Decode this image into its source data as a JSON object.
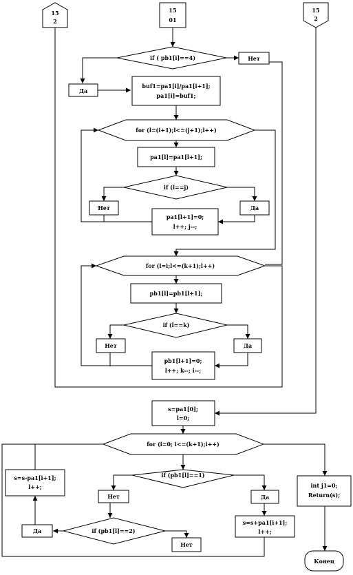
{
  "connectors": {
    "c_top_left": {
      "line1": "15",
      "line2": "2"
    },
    "c_top_mid": {
      "line1": "15",
      "line2": "01"
    },
    "c_top_right": {
      "line1": "15",
      "line2": "2"
    }
  },
  "decisions": {
    "d1": "if ( pb1[i]==4)",
    "d_for1": "for (l=(i+1);l<=(j+1);l++)",
    "d_ifj": "if (l==j)",
    "d_for2": "for (l=i;l<=(k+1);l++)",
    "d_ifk": "if (l==k)",
    "d_for3": "for (i=0; i<=(k+1);i++)",
    "d_if1": "if (pb1[l]==1)",
    "d_if2": "if (pb1[l]==2)"
  },
  "processes": {
    "p_buf": {
      "line1": "buf1=pa1[i]/pa1[i+1];",
      "line2": "pa1[i]=buf1;"
    },
    "p_shift1": {
      "line1": "pa1[l]=pa1[l+1];"
    },
    "p_zero1": {
      "line1": "pa1[l+1]=0;",
      "line2": "l++;   j--;"
    },
    "p_shift2": {
      "line1": "pb1[l]=pb1[l+1];"
    },
    "p_zero2": {
      "line1": "pb1[l+1]=0;",
      "line2": "l++;  k--;  i--;"
    },
    "p_init": {
      "line1": "s=pa1[0];",
      "line2": "l=0;"
    },
    "p_sub": {
      "line1": "s=s-pa1[i+1];",
      "line2": "l++;"
    },
    "p_add": {
      "line1": "s=s+pa1[i+1];",
      "line2": "l++;"
    },
    "p_return": {
      "line1": "int j1=0;",
      "line2": "Return(s);"
    }
  },
  "labels": {
    "net": "Нет",
    "da": "Да",
    "end": "Конец"
  }
}
